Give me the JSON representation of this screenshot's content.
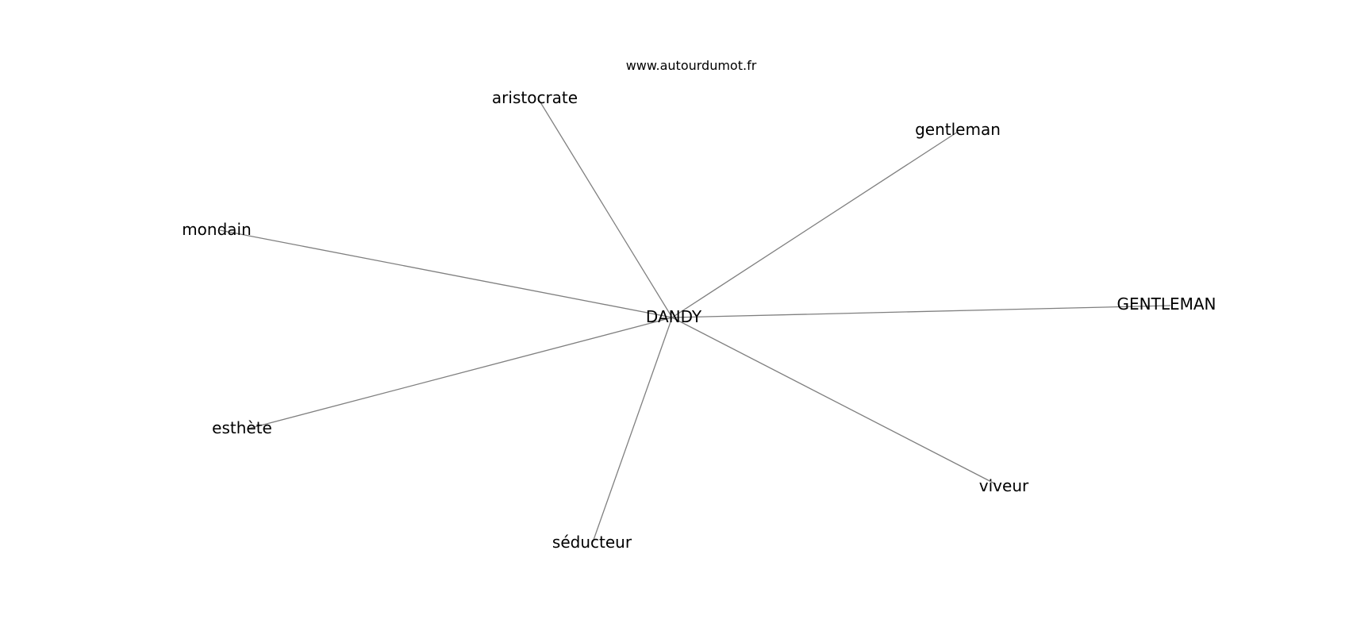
{
  "site": "www.autourdumot.fr",
  "center": {
    "id": "dandy",
    "label": "DANDY"
  },
  "nodes": [
    {
      "id": "aristocrate",
      "label": "aristocrate"
    },
    {
      "id": "gentleman-lower",
      "label": "gentleman"
    },
    {
      "id": "mondain",
      "label": "mondain"
    },
    {
      "id": "gentleman-upper",
      "label": "GENTLEMAN"
    },
    {
      "id": "esthete",
      "label": "esthète"
    },
    {
      "id": "viveur",
      "label": "viveur"
    },
    {
      "id": "seducteur",
      "label": "séducteur"
    }
  ],
  "colors": {
    "edge": "#7f7f7f",
    "text": "#000000",
    "background": "#ffffff"
  }
}
